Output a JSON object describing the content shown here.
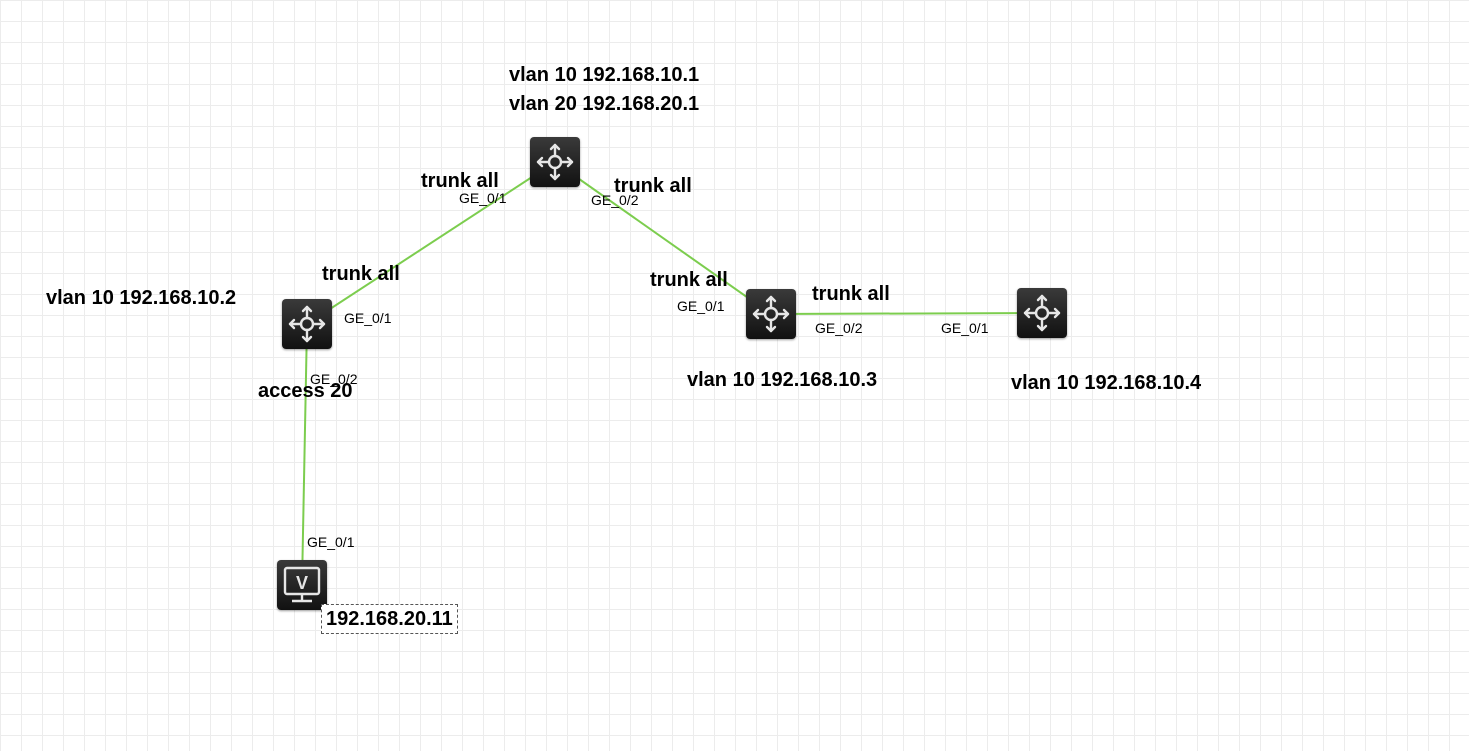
{
  "colors": {
    "link": "#7ccd4e",
    "device": "#1f1f1f"
  },
  "devices": {
    "core_switch": {
      "icon": "router-icon",
      "labels": [
        "vlan 10 192.168.10.1",
        "vlan 20 192.168.20.1"
      ]
    },
    "switch_left": {
      "icon": "router-icon",
      "label": "vlan 10 192.168.10.2"
    },
    "switch_middle": {
      "icon": "router-icon",
      "label": "vlan 10 192.168.10.3"
    },
    "switch_right": {
      "icon": "router-icon",
      "label": "vlan 10 192.168.10.4"
    },
    "pc": {
      "icon": "vpc-monitor-icon",
      "glyph": "V",
      "label": "192.168.20.11"
    }
  },
  "links": [
    {
      "name": "core-left",
      "mode": "trunk all",
      "mode_near_core": "trunk all",
      "mode_near_left": "trunk all",
      "core_port": "GE_0/1",
      "left_port": "GE_0/1"
    },
    {
      "name": "core-middle",
      "mode_near_core": "trunk all",
      "mode_near_middle": "trunk all",
      "core_port": "GE_0/2",
      "middle_port": "GE_0/1"
    },
    {
      "name": "middle-right",
      "mode": "trunk all",
      "middle_port": "GE_0/2",
      "right_port": "GE_0/1"
    },
    {
      "name": "left-pc",
      "mode": "access 20",
      "left_port": "GE_0/2",
      "pc_port": "GE_0/1"
    }
  ]
}
